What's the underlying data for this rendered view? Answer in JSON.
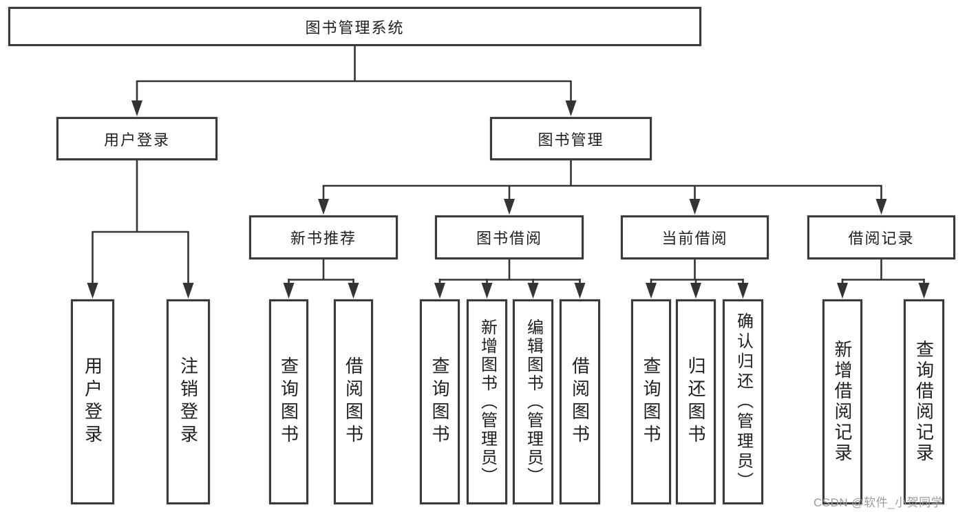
{
  "diagram": {
    "root": {
      "label": "图书管理系统"
    },
    "level2": [
      {
        "label": "用户登录"
      },
      {
        "label": "图书管理"
      }
    ],
    "level3": [
      {
        "label": "新书推荐"
      },
      {
        "label": "图书借阅"
      },
      {
        "label": "当前借阅"
      },
      {
        "label": "借阅记录"
      }
    ],
    "leaves": {
      "user_login": [
        "用户登录",
        "注销登录"
      ],
      "new_book_recommend": [
        "查询图书",
        "借阅图书"
      ],
      "book_borrow": [
        "查询图书",
        "新增图书（管理员）",
        "编辑图书（管理员）",
        "借阅图书"
      ],
      "current_borrow": [
        "查询图书",
        "归还图书",
        "确认归还（管理员）"
      ],
      "borrow_records": [
        "新增借阅记录",
        "查询借阅记录"
      ]
    },
    "colors": {
      "line": "#343434",
      "border": "#3a3a3a",
      "text": "#1f1f1f",
      "watermark": "#9b9b9b",
      "background": "#ffffff"
    }
  },
  "watermark": {
    "text": "CSDN @软件_小贺同学"
  }
}
